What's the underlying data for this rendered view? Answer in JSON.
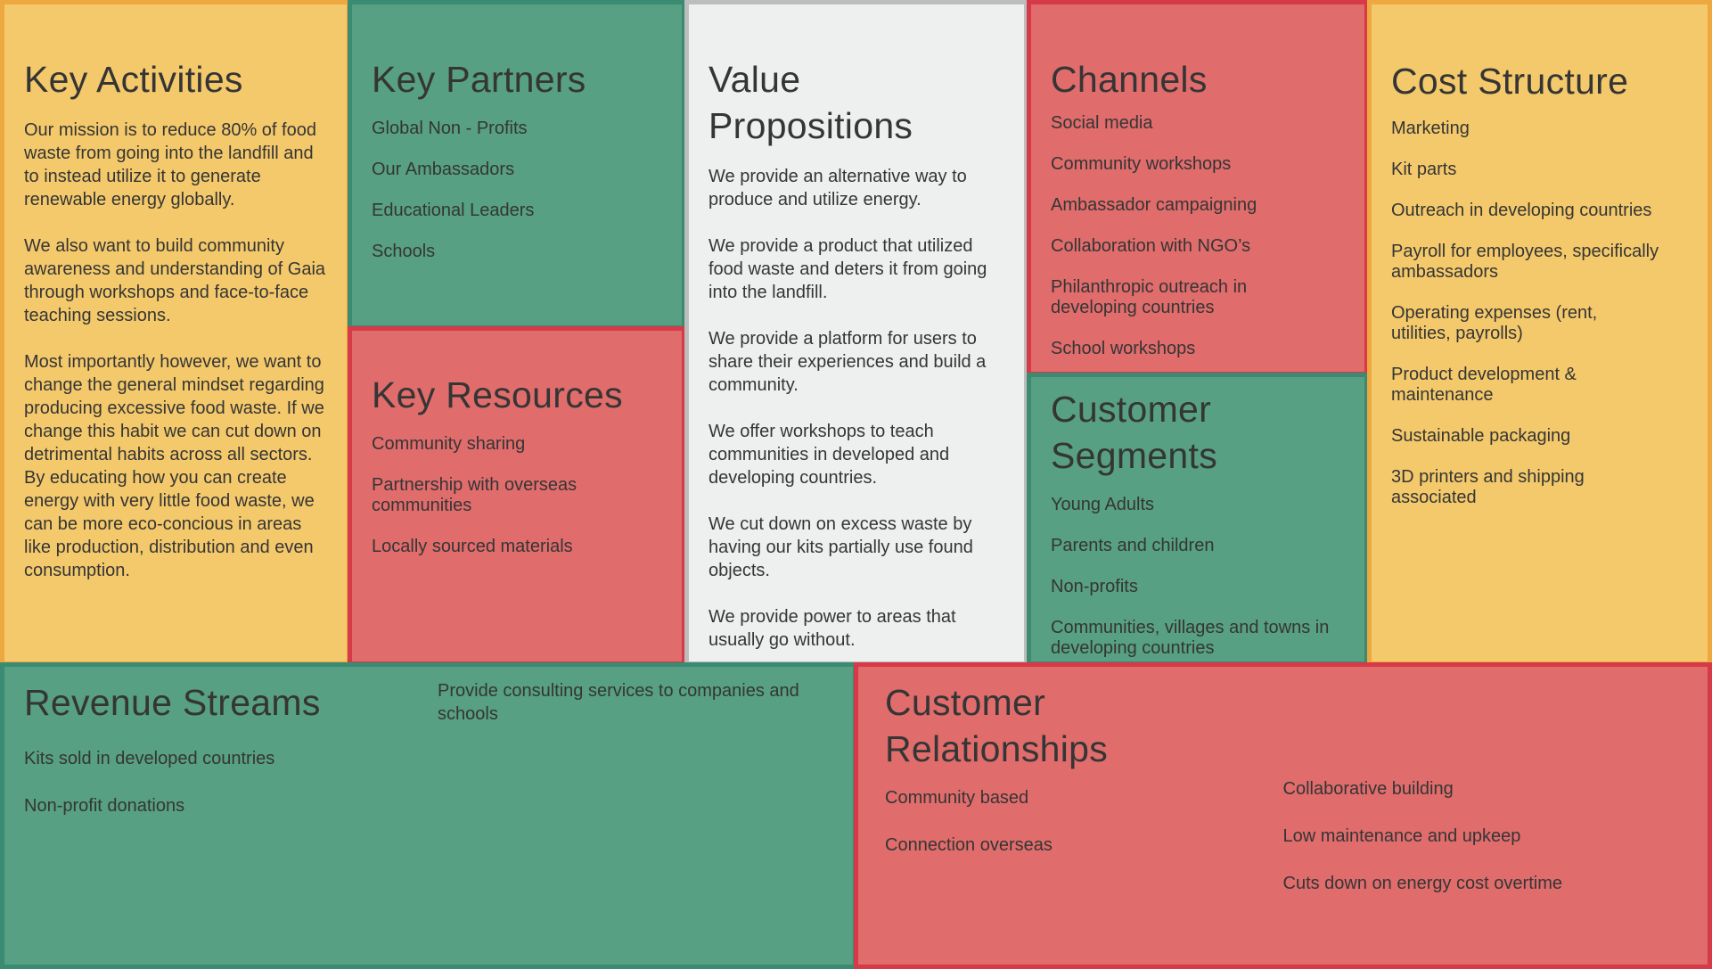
{
  "key_activities": {
    "title": "Key Activities",
    "paragraphs": [
      "Our mission is to reduce 80% of food waste from going into the landfill and to instead utilize it to generate renewable energy globally.",
      "We also want to build community awareness and understanding of Gaia through workshops and face-to-face teaching sessions.",
      "Most importantly however, we want to change the general mindset regarding  producing excessive food waste. If we change this habit we can cut down on detrimental habits across all sectors.  By educating how you can create energy with very little food waste, we can be more eco-concious in areas  like production, distribution  and even consumption."
    ]
  },
  "key_partners": {
    "title": "Key Partners",
    "items": [
      "Global Non - Profits",
      "Our Ambassadors",
      "Educational Leaders",
      "Schools"
    ]
  },
  "key_resources": {
    "title": "Key Resources",
    "items": [
      "Community sharing",
      "Partnership with overseas communities",
      "Locally sourced materials"
    ]
  },
  "value_propositions": {
    "title": "Value Propositions",
    "paragraphs": [
      "We provide an alternative way to produce and utilize energy.",
      "We provide a product that utilized food waste and deters it from going into the landfill.",
      "We provide a platform for users to share their experiences and build a community.",
      "We offer workshops to teach communities in developed and developing countries.",
      "We cut down on excess waste by having our kits partially use found objects.",
      "We provide power to areas that usually go without."
    ]
  },
  "channels": {
    "title": "Channels",
    "items": [
      "Social media",
      "Community workshops",
      "Ambassador campaigning",
      "Collaboration with NGO’s",
      "Philanthropic outreach in developing countries",
      "School workshops"
    ]
  },
  "customer_segments": {
    "title": "Customer Segments",
    "items": [
      "Young Adults",
      "Parents and children",
      "Non-profits",
      "Communities, villages and towns in developing countries"
    ]
  },
  "cost_structure": {
    "title": "Cost Structure",
    "items": [
      "Marketing",
      "Kit parts",
      "Outreach in developing countries",
      "Payroll for employees, specifically ambassadors",
      "Operating expenses (rent, utilities, payrolls)",
      "Product development & maintenance",
      "Sustainable packaging",
      "3D printers and shipping associated"
    ]
  },
  "revenue_streams": {
    "title": "Revenue Streams",
    "left": [
      "Kits sold in developed countries",
      "Non-profit donations"
    ],
    "right": [
      "Provide consulting services to companies and schools"
    ]
  },
  "customer_relationships": {
    "title": "Customer Relationships",
    "left": [
      "Community based",
      "Connection overseas"
    ],
    "right": [
      "Collaborative building",
      "Low maintenance and upkeep",
      "Cuts down on energy cost overtime"
    ]
  }
}
